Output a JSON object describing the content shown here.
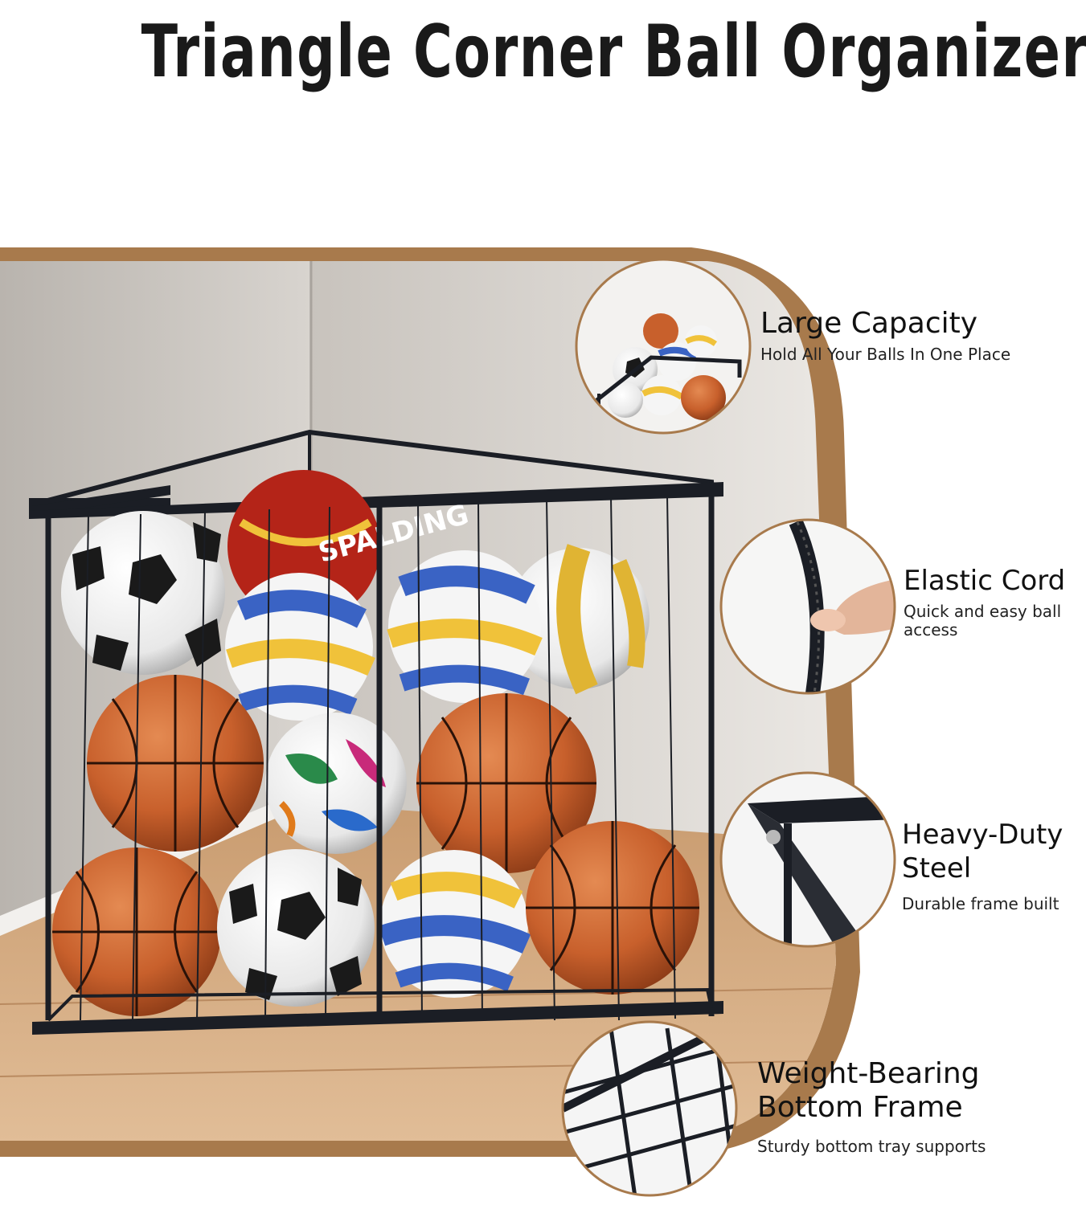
{
  "title": "Triangle Corner Ball Organizer",
  "features": [
    {
      "heading": "Large Capacity",
      "description": "Hold All Your Balls In One Place"
    },
    {
      "heading": "Elastic Cord",
      "description": "Quick and easy ball access"
    },
    {
      "heading": "Heavy-Duty Steel",
      "description": "Durable frame built"
    },
    {
      "heading": "Weight-Bearing Bottom Frame",
      "description": "Sturdy bottom tray supports"
    }
  ],
  "ball_label": "SPALDING",
  "colors": {
    "accent_band": "#a87a4c",
    "wall": "#cfcac4",
    "floor": "#d7ae84",
    "frame": "#1b1e25",
    "basketball": "#c8602c",
    "volleyball_blue": "#3a63c4",
    "volleyball_yellow": "#f0c23a",
    "title": "#1a1a1a"
  }
}
